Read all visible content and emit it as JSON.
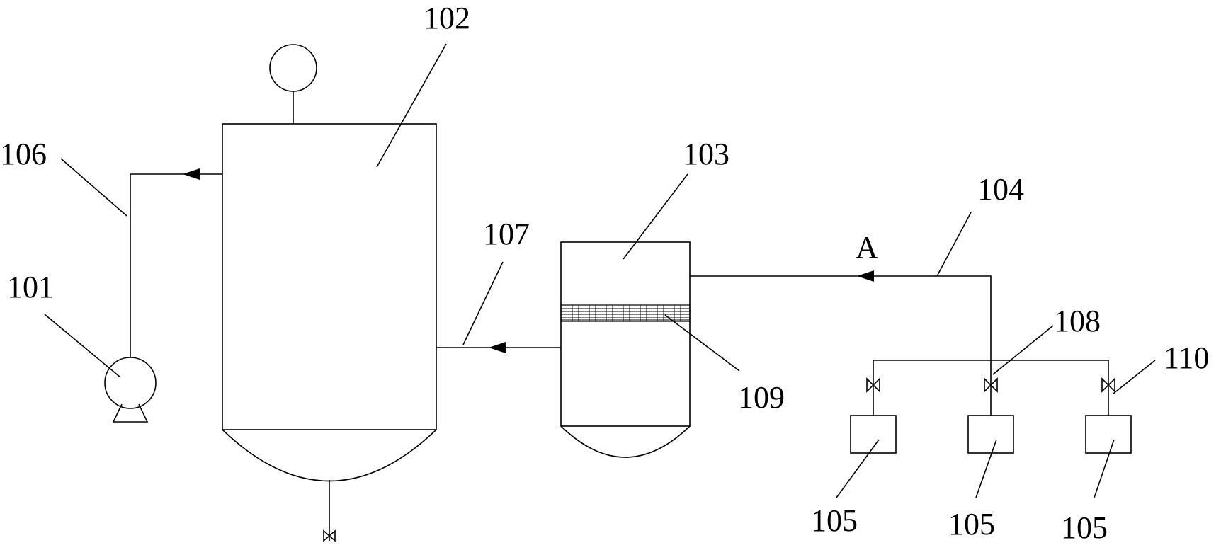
{
  "labels": {
    "pump": "101",
    "reactor": "102",
    "filter_vessel": "103",
    "feed_line": "104",
    "tank_left": "105",
    "tank_middle": "105",
    "tank_right": "105",
    "return_line": "106",
    "transfer_line": "107",
    "valve": "108",
    "filter_layer": "109",
    "valve_right": "110",
    "section_marker": "A"
  },
  "colors": {
    "line": "#000000",
    "background": "#ffffff"
  }
}
